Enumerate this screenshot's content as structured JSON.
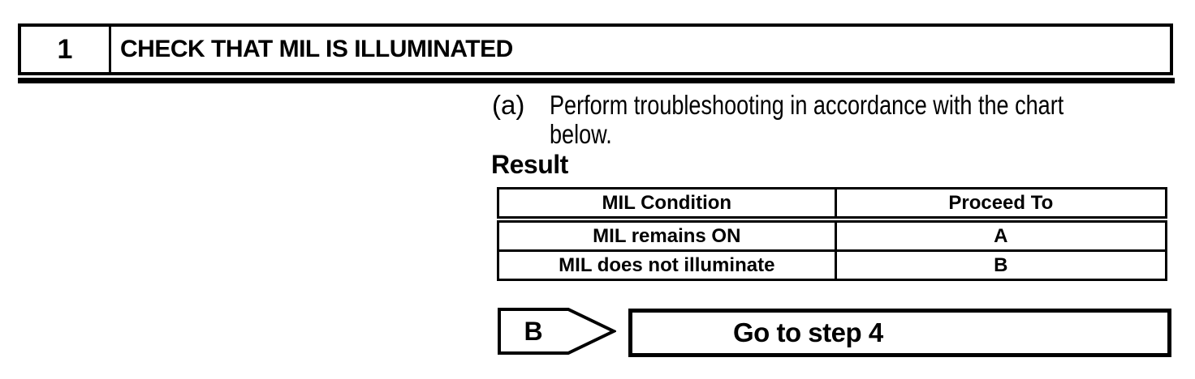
{
  "colors": {
    "ink": "#000000",
    "paper": "#ffffff"
  },
  "step_header": {
    "number": "1",
    "title": "CHECK THAT MIL IS ILLUMINATED"
  },
  "instruction": {
    "marker": "(a)",
    "line1": "Perform troubleshooting in accordance with the chart",
    "line2": "below."
  },
  "result_label": "Result",
  "result_table": {
    "columns": [
      "MIL Condition",
      "Proceed To"
    ],
    "rows": [
      {
        "condition": "MIL remains ON",
        "proceed_to": "A"
      },
      {
        "condition": "MIL does not illuminate",
        "proceed_to": "B"
      }
    ]
  },
  "flow": {
    "route_label": "B",
    "action_label": "Go to step 4"
  }
}
